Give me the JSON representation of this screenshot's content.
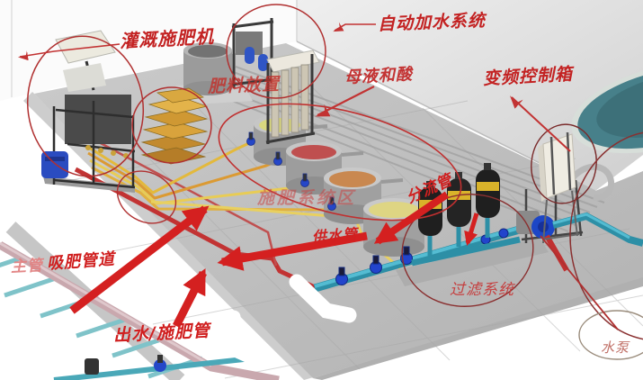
{
  "annotations": {
    "fertigation_machine": "灌溉施肥机",
    "auto_water_system": "自动加水系统",
    "fertilizer_storage": "肥料放置",
    "stock_solution_acid": "母液和酸",
    "vfd_control_box": "变频控制箱",
    "fertilization_zone": "施肥系统区",
    "diversion_pipe": "分流管",
    "water_supply_pipe": "供水管",
    "suction_pipe": "吸肥管道",
    "main_pipe": "主管",
    "outlet_fertilization_pipe": "出水/施肥管",
    "filter_system": "过滤系统",
    "water_pump": "水泵"
  },
  "colors": {
    "annotation_red": "#cc2222",
    "pipe_teal": "#3aa8c0",
    "pipe_red": "#c03030",
    "pipe_yellow": "#e0b040",
    "pipe_pink_main": "#c9a8ae",
    "pump_blue": "#2547c8",
    "filter_black": "#202020",
    "filter_band_yellow": "#d9b32a",
    "pool_teal": "#47808a",
    "floor_gray": "#bdbdbd",
    "tank_liquid_yellow": "#d9d77f",
    "tank_liquid_red": "#bf4f4f",
    "tank_liquid_orange": "#c98850",
    "tank_liquid_pale": "#ded583",
    "fertilizer_bag_orange": "#d9a33c"
  }
}
